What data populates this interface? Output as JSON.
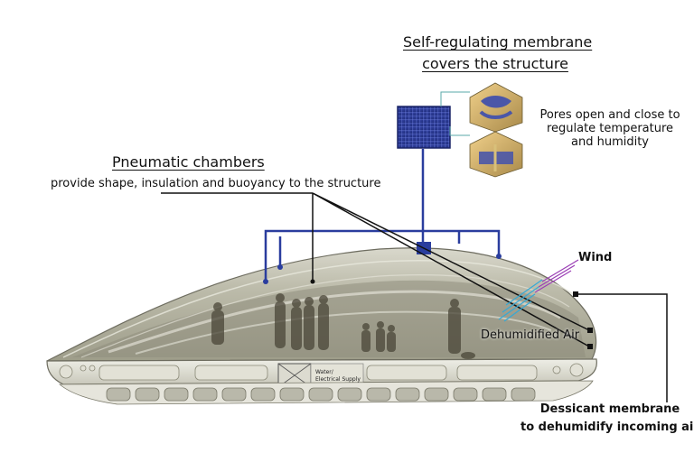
{
  "labels": {
    "membrane_title_line1": "Self-regulating membrane",
    "membrane_title_line2": "covers the structure",
    "pores_line1": "Pores open and close to",
    "pores_line2": "regulate temperature",
    "pores_line3": "and humidity",
    "chambers_title": "Pneumatic chambers",
    "chambers_desc": "provide shape, insulation and buoyancy to the structure",
    "wind": "Wind",
    "dehumidified_air": "Dehumidified Air",
    "dessicant_line1": "Dessicant membrane",
    "dessicant_line2": "to dehumidify incoming air",
    "crate_line1": "Water/",
    "crate_line2": "Electrical Supply"
  },
  "colors": {
    "pipe_blue": "#2a3d9e",
    "panel_blue": "#2b3a8c",
    "wind_purple": "#9b3fb5",
    "air_cyan": "#35a9d6",
    "callout_black": "#111111",
    "shell_gray": "#b8b7a6",
    "base_gray": "#d8d7cc"
  },
  "icons": {
    "solar_panel": "solar-panel-icon",
    "pore_open": "pore-open-icon",
    "pore_closed": "pore-closed-icon",
    "supply_crate": "crate-icon"
  }
}
